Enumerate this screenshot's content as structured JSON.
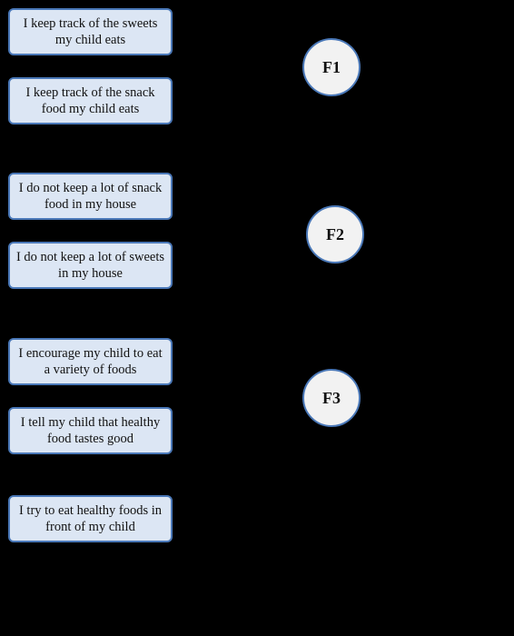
{
  "items": [
    {
      "text": "I keep track of the sweets my child eats",
      "factor": 0
    },
    {
      "text": "I keep track of the snack food my child eats",
      "factor": 0
    },
    {
      "text": "I do not keep a lot of snack food in my house",
      "factor": 1
    },
    {
      "text": "I do not keep a lot of sweets in my house",
      "factor": 1
    },
    {
      "text": "I encourage my child to eat a variety of foods",
      "factor": 2
    },
    {
      "text": "I tell my child that healthy food tastes good",
      "factor": 2
    },
    {
      "text": "I try to eat healthy foods in front of my child",
      "factor": 2
    }
  ],
  "factors": [
    {
      "label": "F1"
    },
    {
      "label": "F2"
    },
    {
      "label": "F3"
    }
  ],
  "colors": {
    "background": "#000000",
    "box_fill": "#dce6f4",
    "box_border": "#4a78b8",
    "node_fill": "#f2f2f2"
  }
}
